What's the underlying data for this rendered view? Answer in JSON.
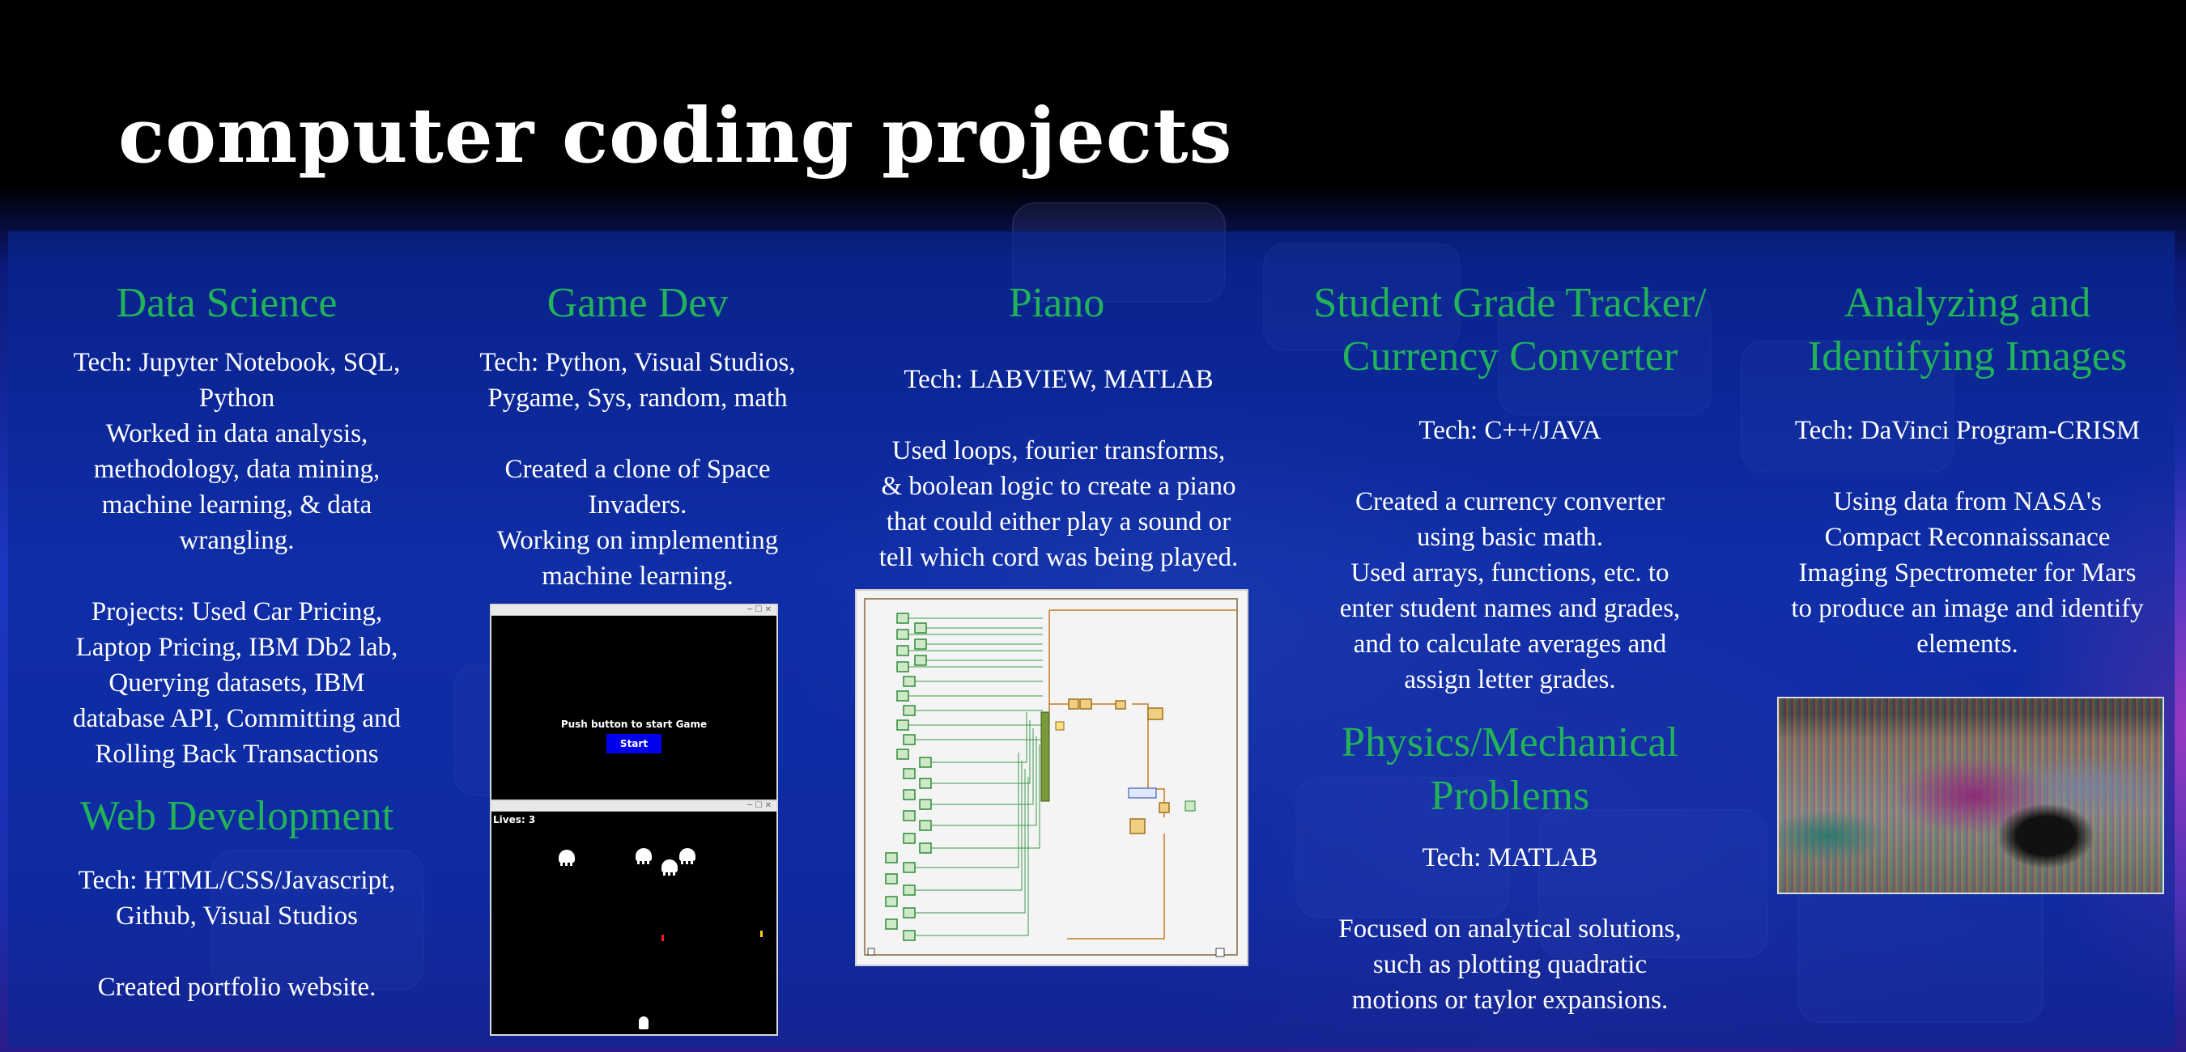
{
  "page": {
    "title": "computer coding projects"
  },
  "sections": {
    "data_science": {
      "heading": "Data Science",
      "body": "Tech: Jupyter Notebook, SQL,\nPython\nWorked in data analysis,\nmethodology, data mining,\nmachine learning, & data\nwrangling.\n\nProjects: Used Car Pricing,\nLaptop Pricing, IBM Db2 lab,\nQuerying datasets, IBM\ndatabase API, Committing and\nRolling Back Transactions"
    },
    "web_development": {
      "heading": "Web Development",
      "body": "Tech: HTML/CSS/Javascript,\nGithub, Visual Studios\n\nCreated portfolio website."
    },
    "game_dev": {
      "heading": "Game Dev",
      "body": "Tech: Python, Visual Studios,\nPygame, Sys, random, math\n\nCreated a clone of Space\nInvaders.\nWorking on implementing\nmachine learning."
    },
    "piano": {
      "heading": "Piano",
      "body": "Tech: LABVIEW, MATLAB\n\nUsed loops, fourier transforms,\n& boolean logic to create a piano\nthat could either play a sound or\ntell which cord was being played."
    },
    "grade_tracker": {
      "heading": "Student Grade Tracker/\nCurrency Converter",
      "body": "Tech: C++/JAVA\n\nCreated a currency converter\nusing basic math.\nUsed arrays, functions, etc. to\nenter student names and grades,\nand to calculate averages and\nassign letter grades."
    },
    "physics": {
      "heading": "Physics/Mechanical\nProblems",
      "body": "Tech: MATLAB\n\nFocused on analytical solutions,\nsuch as plotting quadratic\nmotions or taylor expansions."
    },
    "images": {
      "heading": "Analyzing and\nIdentifying Images",
      "body": "Tech: DaVinci Program-CRISM\n\nUsing data from NASA's\nCompact Reconnaissanace\nImaging Spectrometer for Mars\nto produce an image and identify\nelements."
    }
  },
  "game_screenshot": {
    "prompt": "Push button to start Game",
    "start_label": "Start",
    "lives": "Lives: 3"
  },
  "colors": {
    "heading": "#22b35a",
    "text": "#ffffff",
    "panel": "#1b37c2",
    "header_bg": "#000000"
  }
}
